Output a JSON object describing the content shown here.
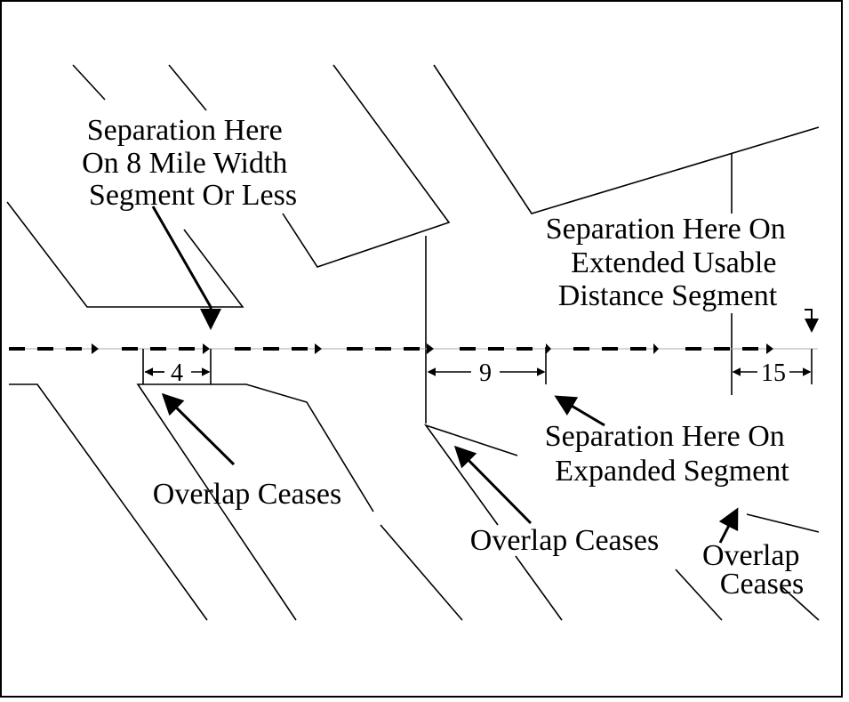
{
  "labels": {
    "sep_8mile": [
      "Separation Here",
      "On 8 Mile Width",
      "Segment Or Less"
    ],
    "sep_extended": [
      "Separation Here On",
      "Extended Usable",
      "Distance Segment"
    ],
    "sep_expanded": [
      "Separation Here On",
      "Expanded Segment"
    ],
    "overlap1": "Overlap Ceases",
    "overlap2": "Overlap Ceases",
    "overlap3": [
      "Overlap",
      "Ceases"
    ]
  },
  "dimensions": {
    "d1": "4",
    "d2": "9",
    "d3": "15"
  }
}
